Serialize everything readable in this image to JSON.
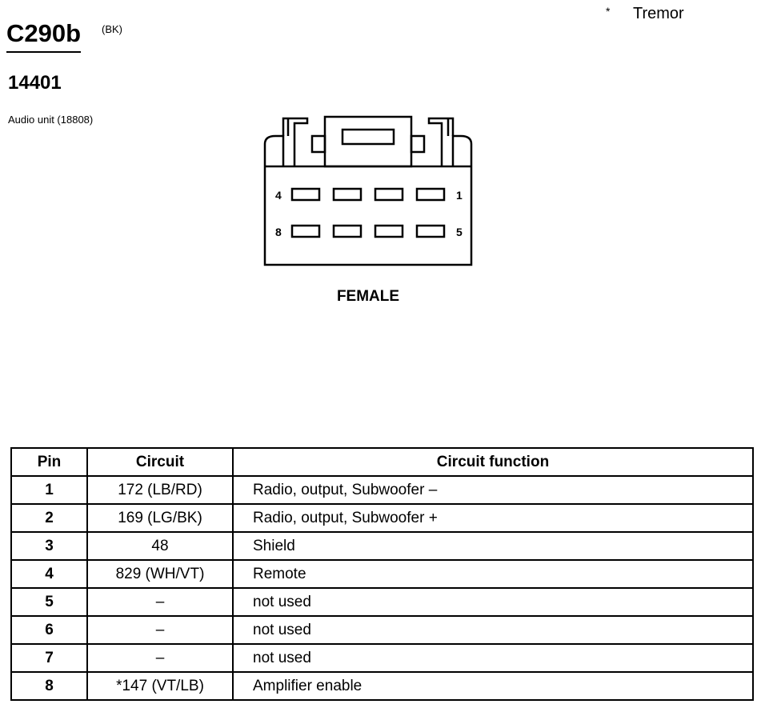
{
  "footnote": {
    "marker": "*",
    "text": "Tremor"
  },
  "connector": {
    "id": "C290b",
    "color_code": "(BK)",
    "part_number": "14401",
    "description": "Audio unit (18808)",
    "gender": "FEMALE",
    "pin_labels": {
      "top_left": "4",
      "top_right": "1",
      "bottom_left": "8",
      "bottom_right": "5"
    }
  },
  "table": {
    "headers": {
      "pin": "Pin",
      "circuit": "Circuit",
      "function": "Circuit function"
    },
    "rows": [
      {
        "pin": "1",
        "circuit": "172 (LB/RD)",
        "function": "Radio, output, Subwoofer –"
      },
      {
        "pin": "2",
        "circuit": "169 (LG/BK)",
        "function": "Radio, output, Subwoofer +"
      },
      {
        "pin": "3",
        "circuit": "48",
        "function": "Shield"
      },
      {
        "pin": "4",
        "circuit": "829 (WH/VT)",
        "function": "Remote"
      },
      {
        "pin": "5",
        "circuit": "–",
        "function": "not used"
      },
      {
        "pin": "6",
        "circuit": "–",
        "function": "not used"
      },
      {
        "pin": "7",
        "circuit": "–",
        "function": "not used"
      },
      {
        "pin": "8",
        "circuit": "*147 (VT/LB)",
        "function": "Amplifier enable"
      }
    ]
  }
}
